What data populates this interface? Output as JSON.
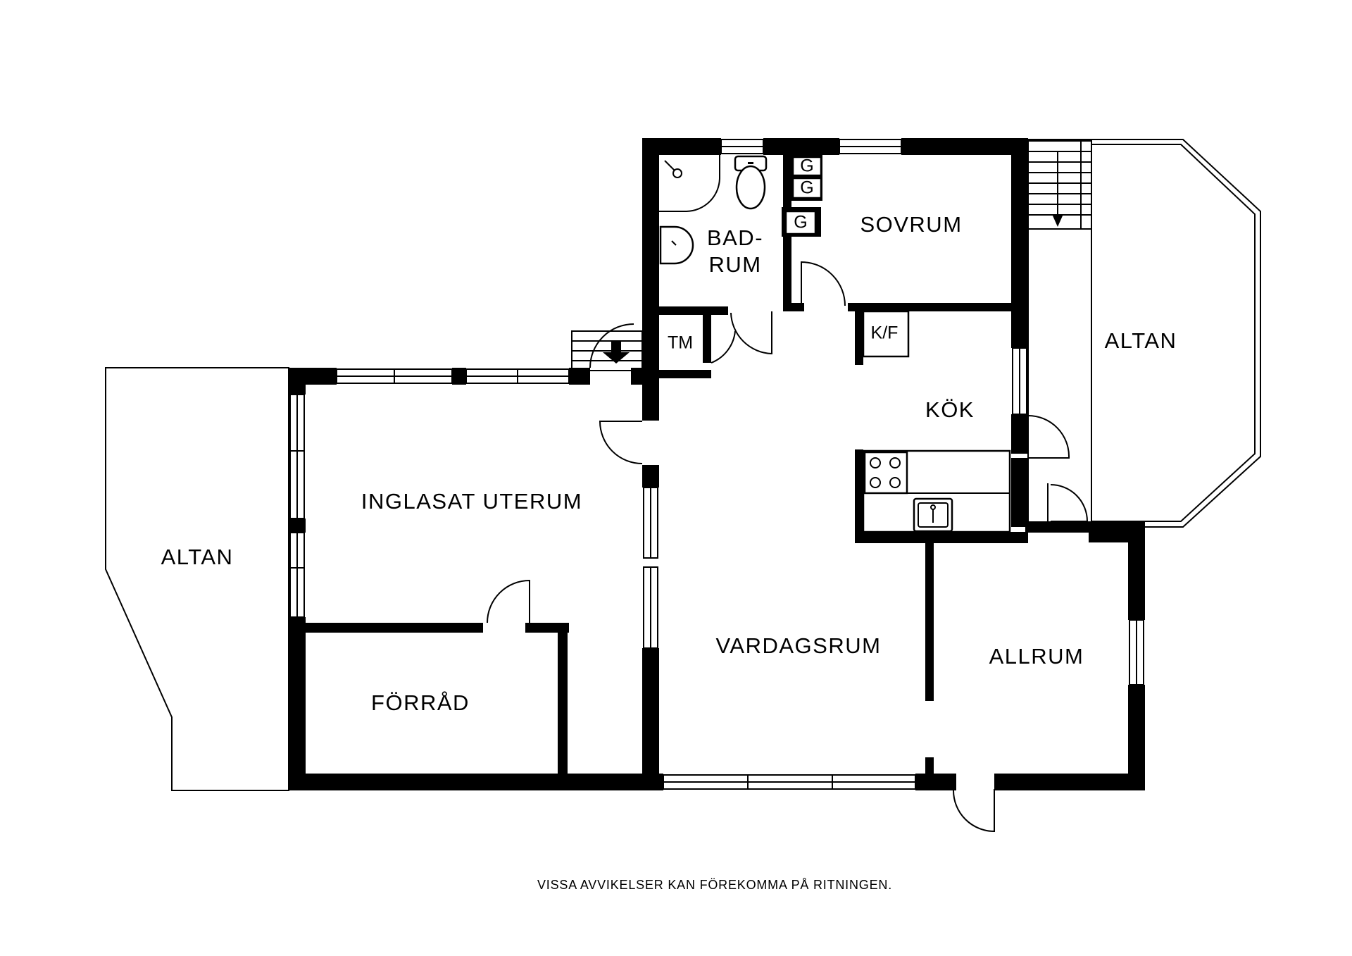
{
  "rooms": {
    "bad_line1": "BAD-",
    "bad_line2": "RUM",
    "sovrum": "SOVRUM",
    "altan_right": "ALTAN",
    "kok": "KÖK",
    "inglasat_uterum": "INGLASAT UTERUM",
    "altan_left": "ALTAN",
    "vardagsrum": "VARDAGSRUM",
    "allrum": "ALLRUM",
    "forrad": "FÖRRÅD"
  },
  "fixtures": {
    "g1": "G",
    "g2": "G",
    "g3": "G",
    "tm": "TM",
    "kf": "K/F"
  },
  "disclaimer": "VISSA AVVIKELSER KAN FÖREKOMMA PÅ RITNINGEN."
}
